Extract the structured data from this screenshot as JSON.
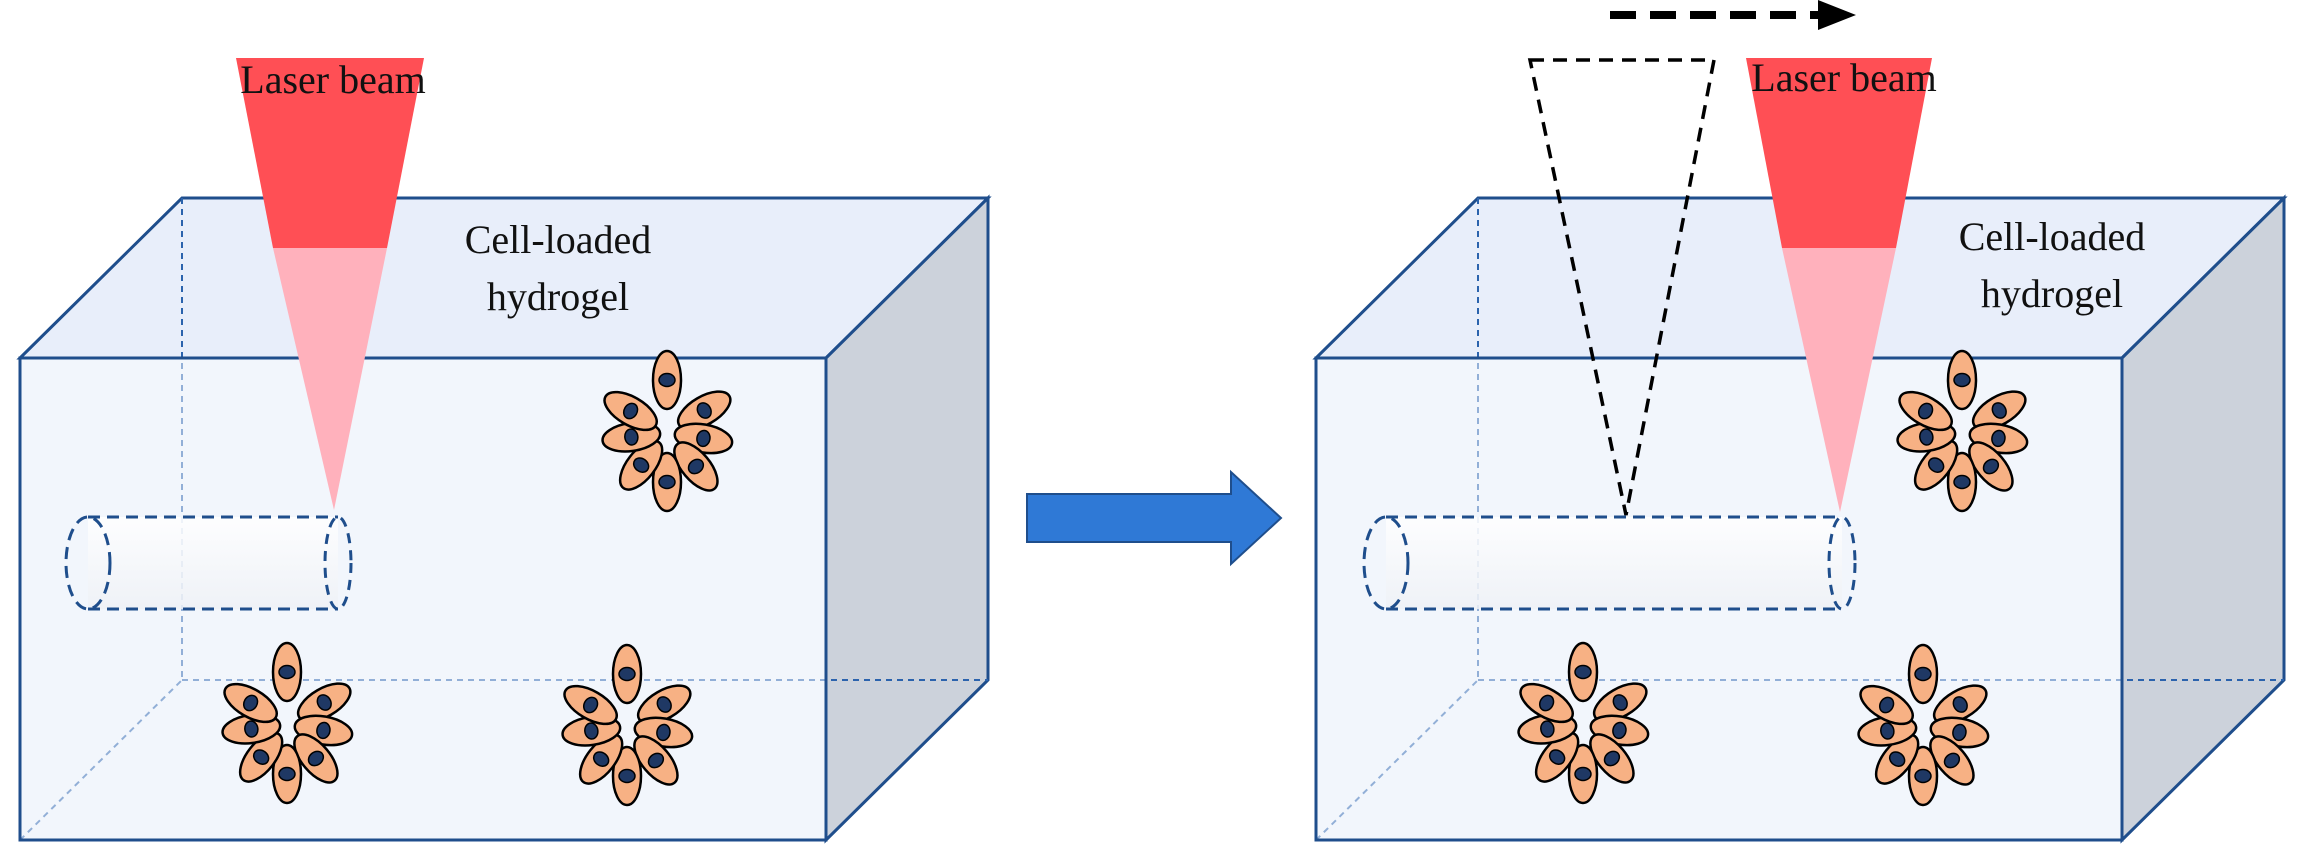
{
  "panels": [
    {
      "laser_label": "Laser beam",
      "hydrogel_label_line1": "Cell-loaded",
      "hydrogel_label_line2": "hydrogel"
    },
    {
      "laser_label": "Laser beam",
      "hydrogel_label_line1": "Cell-loaded",
      "hydrogel_label_line2": "hydrogel"
    }
  ],
  "colors": {
    "box_front": "#e8eefa",
    "box_side": "#ccd2db",
    "box_edge": "#1f4e8c",
    "laser_top": "#ff4f55",
    "laser_bottom": "#ffb1bc",
    "cell_fill": "#f7b184",
    "cell_nucleus": "#1f3864",
    "channel_fill": "#f5f7fb",
    "process_arrow": "#2f79d6",
    "scan_arrow": "#000000"
  }
}
